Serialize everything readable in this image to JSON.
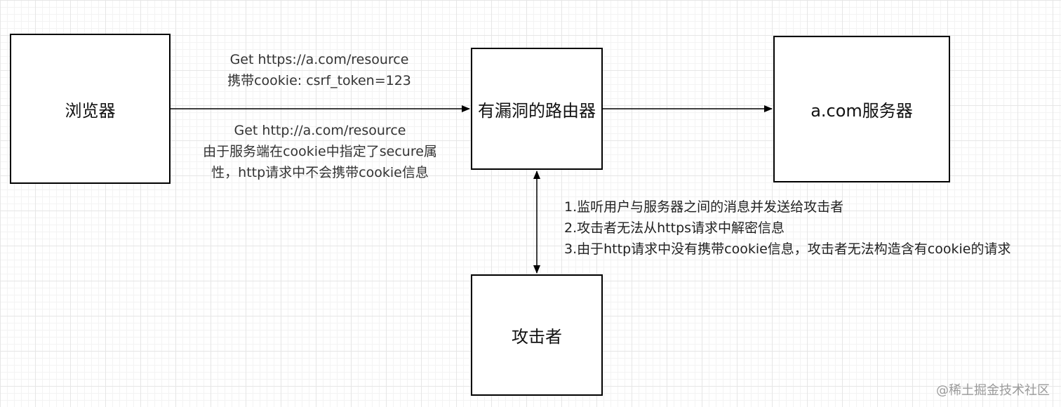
{
  "nodes": {
    "browser": "浏览器",
    "router": "有漏洞的路由器",
    "server": "a.com服务器",
    "attacker": "攻击者"
  },
  "edges": {
    "https_request": {
      "line1": "Get https://a.com/resource",
      "line2": "携带cookie: csrf_token=123"
    },
    "http_request": {
      "line1": "Get http://a.com/resource",
      "line2": "由于服务端在cookie中指定了secure属",
      "line3": "性，http请求中不会携带cookie信息"
    },
    "router_attacker_notes": [
      "1.监听用户与服务器之间的消息并发送给攻击者",
      "2.攻击者无法从https请求中解密信息",
      "3.由于http请求中没有携带cookie信息，攻击者无法构造含有cookie的请求"
    ]
  },
  "watermark": "@稀土掘金技术社区"
}
